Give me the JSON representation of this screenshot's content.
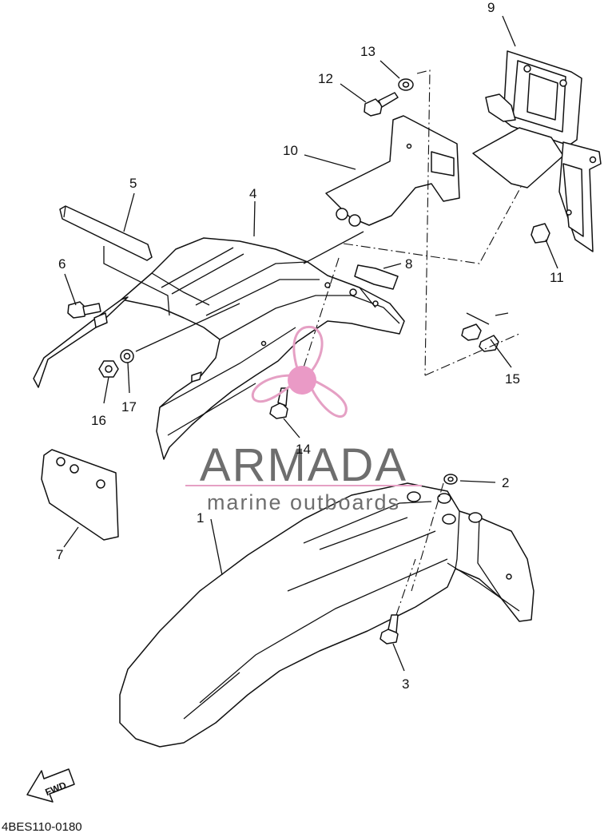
{
  "diagram": {
    "drawing_code": "4BES110-0180",
    "fwd_label": "FWD",
    "watermark": {
      "brand": "ARMADA",
      "tagline": "marine outboards",
      "colors": {
        "text": "#6e6e6e",
        "logo": "#e5a0c4",
        "logo_fill": "#ea9ac6"
      }
    },
    "callouts": [
      {
        "id": "1",
        "label": "1"
      },
      {
        "id": "2",
        "label": "2"
      },
      {
        "id": "3",
        "label": "3"
      },
      {
        "id": "4",
        "label": "4"
      },
      {
        "id": "5",
        "label": "5"
      },
      {
        "id": "6",
        "label": "6"
      },
      {
        "id": "7",
        "label": "7"
      },
      {
        "id": "8",
        "label": "8"
      },
      {
        "id": "9",
        "label": "9"
      },
      {
        "id": "10",
        "label": "10"
      },
      {
        "id": "11",
        "label": "11"
      },
      {
        "id": "12",
        "label": "12"
      },
      {
        "id": "13",
        "label": "13"
      },
      {
        "id": "14",
        "label": "14"
      },
      {
        "id": "15",
        "label": "15"
      },
      {
        "id": "16",
        "label": "16"
      },
      {
        "id": "17",
        "label": "17"
      }
    ]
  }
}
